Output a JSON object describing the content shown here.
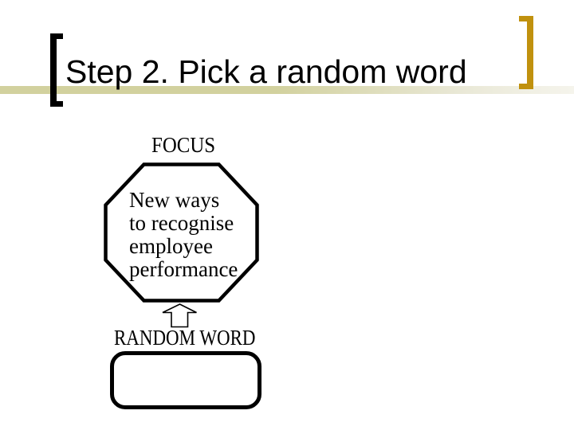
{
  "slide": {
    "title": "Step 2. Pick a random word",
    "focus_label": "FOCUS",
    "octagon": {
      "lines": [
        "New ways",
        "to recognise",
        "employee",
        "performance"
      ]
    },
    "random_word_label": "RANDOM WORD",
    "colors": {
      "ink": "#000000",
      "bracket_gold": "#c0910e",
      "band_khaki": "#d2d19e",
      "background": "#ffffff"
    }
  }
}
